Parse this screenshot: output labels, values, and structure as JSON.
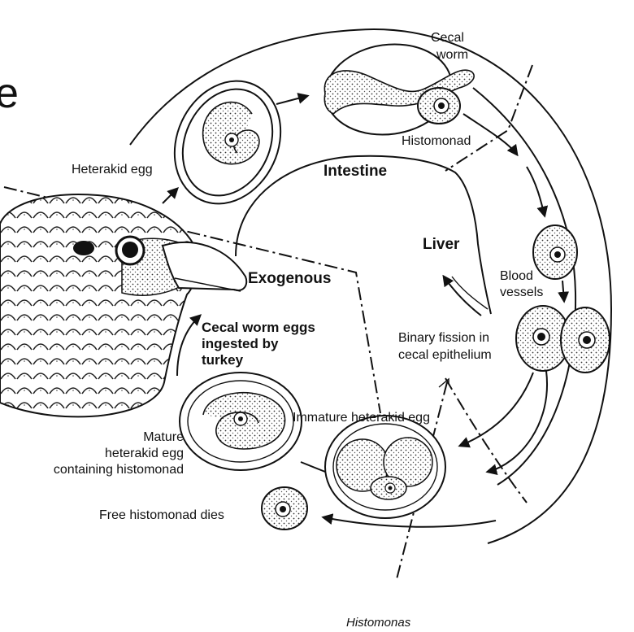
{
  "labels": {
    "heterakid_egg": "Heterakid egg",
    "cecal_worm_line1": "Cecal",
    "cecal_worm_line2": "worm",
    "histomonad": "Histomonad",
    "intestine": "Intestine",
    "liver": "Liver",
    "blood_vessels_line1": "Blood",
    "blood_vessels_line2": "vessels",
    "exogenous": "Exogenous",
    "ingested_line1": "Cecal worm eggs",
    "ingested_line2": "ingested by",
    "ingested_line3": "turkey",
    "binary_fission_line1": "Binary fission in",
    "binary_fission_line2": "cecal epithelium",
    "immature_egg": "Immature heterakid egg",
    "mature_line1": "Mature",
    "mature_line2": "heterakid egg",
    "mature_line3": "containing histomonad",
    "free_dies": "Free histomonad dies",
    "caption": "Histomonas",
    "edge_letter": "e"
  },
  "icons": {
    "host": "turkey-head-icon",
    "worm": "cecal-worm-icon",
    "egg": "heterakid-egg-icon",
    "cell": "histomonad-cell-icon"
  }
}
